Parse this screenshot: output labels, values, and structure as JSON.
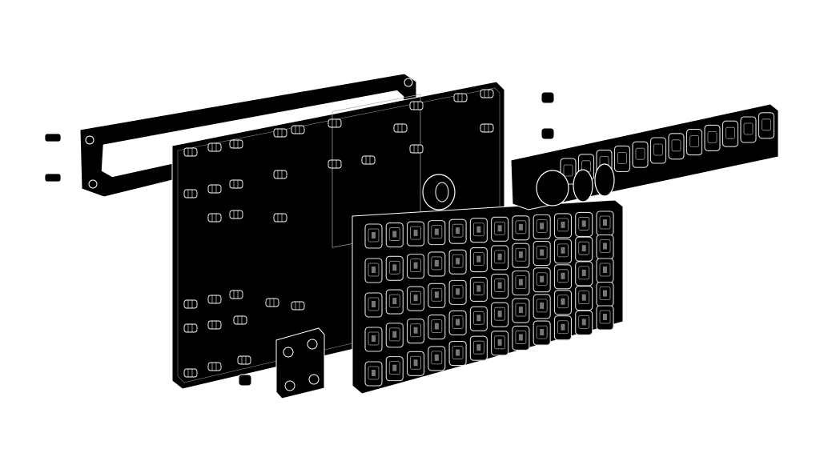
{
  "colors": {
    "background": "#ffffff",
    "part_fill": "#000000",
    "edge_line": "#ffffff",
    "key_line": "#dcdcdc"
  },
  "drawing": {
    "style": "exploded-view line drawing",
    "key_grid": {
      "rows": 5,
      "cols": 12
    },
    "function_row_keys": 12
  }
}
